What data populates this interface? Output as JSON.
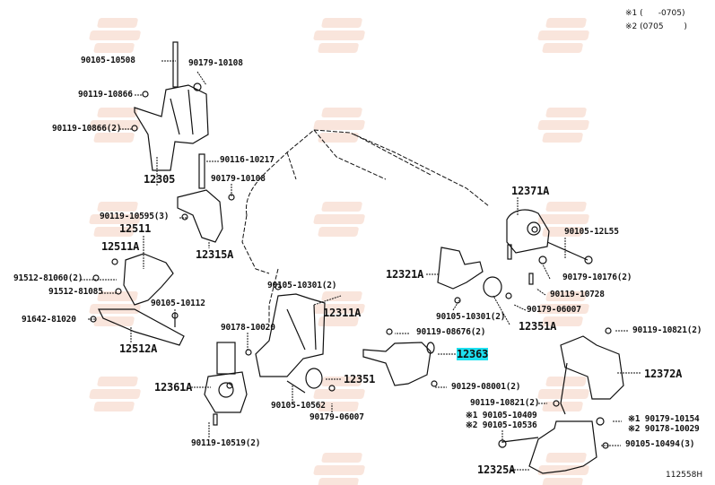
{
  "notes": {
    "n1": "※1 (      -0705)",
    "n2": "※2 (0705        )"
  },
  "diagram_code": "112558H",
  "watermark": {
    "line1": "RHD",
    "line2": "JAPAN",
    "line3": ".COM"
  },
  "highlight_color": "#1ee0f0",
  "labels": [
    "90105-10508",
    "90179-10108",
    "90119-10866",
    "90119-10866(2)",
    "12305",
    "90116-10217",
    "90179-10108",
    "90119-10595(3)",
    "12511",
    "12511A",
    "12315A",
    "91512-81060(2)",
    "91512-81085",
    "90105-10112",
    "91642-81020",
    "12512A",
    "12371A",
    "90105-12L55",
    "12321A",
    "90179-10176(2)",
    "90119-10728",
    "90105-10301(2)",
    "90179-06007",
    "12311A",
    "90105-10301(2)",
    "12351A",
    "90178-10020",
    "90119-08676(2)",
    "90119-10821(2)",
    "12363",
    "12372A",
    "12361A",
    "12351",
    "90129-08001(2)",
    "90119-10821(2)",
    "90105-10562",
    "90179-06007",
    "※1 90105-10409",
    "※2 90105-10536",
    "※1 90179-10154",
    "※2 90178-10029",
    "90119-10519(2)",
    "90105-10494(3)",
    "12325A"
  ],
  "highlighted_part": "12363"
}
